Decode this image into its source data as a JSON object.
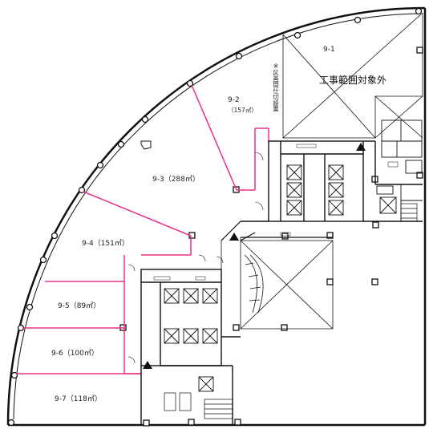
{
  "plan": {
    "units": [
      {
        "id": "9-1",
        "label": "9-1",
        "area": ""
      },
      {
        "id": "9-2",
        "label": "9-2",
        "area": "（157㎡）"
      },
      {
        "id": "9-3",
        "label": "9-3（288㎡）",
        "area": ""
      },
      {
        "id": "9-4",
        "label": "9-4（151㎡）",
        "area": ""
      },
      {
        "id": "9-5",
        "label": "9-5（89㎡）",
        "area": ""
      },
      {
        "id": "9-6",
        "label": "9-6（100㎡）",
        "area": ""
      },
      {
        "id": "9-7",
        "label": "9-7（118㎡）",
        "area": ""
      }
    ],
    "notes": {
      "out_of_scope": "工事範囲対象外",
      "partition_note": "※区画間仕切設置"
    },
    "colors": {
      "partition": "#e8308c",
      "wall": "#111111",
      "window": "#ffffff"
    }
  }
}
